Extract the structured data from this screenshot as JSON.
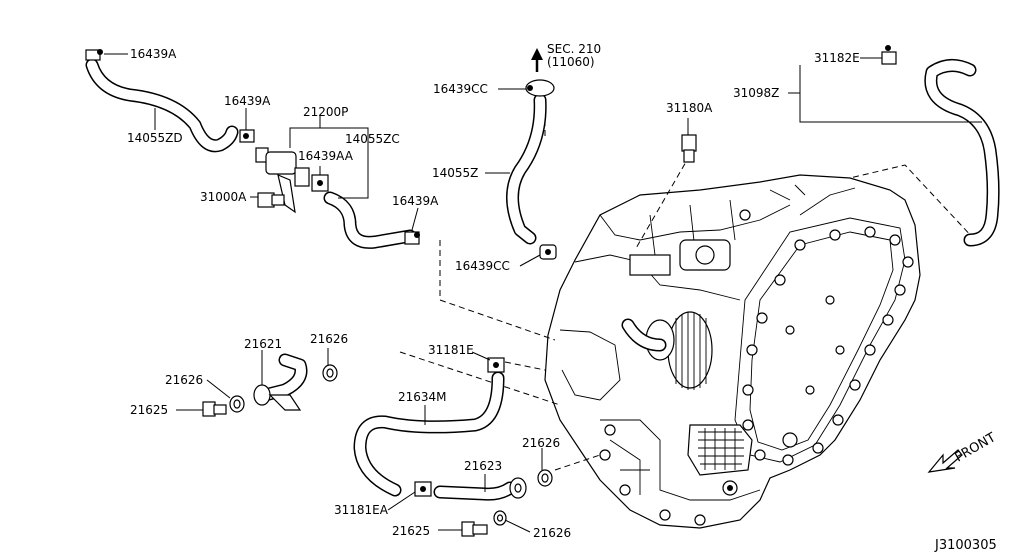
{
  "diagram_id": "J3100305",
  "section_ref": "SEC. 210",
  "section_sub": "(11060)",
  "front_label": "FRONT",
  "labels": {
    "p16439A_top": "16439A",
    "p14055ZD": "14055ZD",
    "p16439A_mid": "16439A",
    "p21200P": "21200P",
    "p14055ZC": "14055ZC",
    "p16439AA": "16439AA",
    "p31000A": "31000A",
    "p16439A_low": "16439A",
    "p16439CC_top": "16439CC",
    "p14055Z": "14055Z",
    "p16439CC_low": "16439CC",
    "p31180A": "31180A",
    "p31182E": "31182E",
    "p31098Z": "31098Z",
    "p21621": "21621",
    "p21626_a": "21626",
    "p21626_b": "21626",
    "p21625_a": "21625",
    "p31181E": "31181E",
    "p21634M": "21634M",
    "p21626_c": "21626",
    "p21623": "21623",
    "p31181EA": "31181EA",
    "p21625_b": "21625",
    "p21626_d": "21626"
  }
}
